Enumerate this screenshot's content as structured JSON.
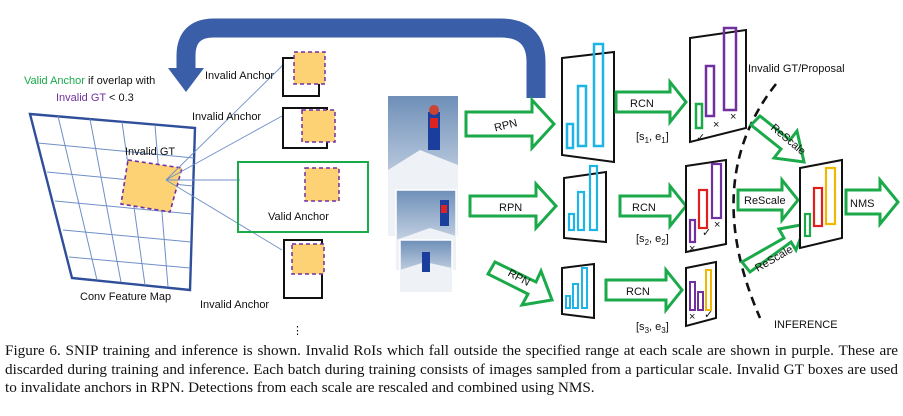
{
  "labels": {
    "valid_anchor_note_1": "Valid Anchor",
    "valid_anchor_note_2": " if overlap with",
    "valid_anchor_note_3": "Invalid GT",
    "valid_anchor_note_4": " < 0.3",
    "invalid_gt": "Invalid GT",
    "conv_feature_map": "Conv Feature Map",
    "invalid_anchor": "Invalid Anchor",
    "valid_anchor": "Valid Anchor",
    "rpn": "RPN",
    "rcn": "RCN",
    "rescale": "ReScale",
    "nms": "NMS",
    "invalid_gt_proposal": "Invalid GT/Proposal",
    "inference": "INFERENCE",
    "scale_1_a": "[s",
    "scale_1_sub_s": "1",
    "scale_1_mid": ", e",
    "scale_1_sub_e": "1",
    "scale_1_end": "]",
    "scale_2_a": "[s",
    "scale_2_sub_s": "2",
    "scale_2_mid": ", e",
    "scale_2_sub_e": "2",
    "scale_2_end": "]",
    "scale_3_a": "[s",
    "scale_3_sub_s": "3",
    "scale_3_mid": ", e",
    "scale_3_sub_e": "3",
    "scale_3_end": "]",
    "ellipsis": "⋮"
  },
  "colors": {
    "green": "#1aaa4a",
    "purple": "#7030a0",
    "cyan": "#1fb4e6",
    "red": "#e0201c",
    "yellow": "#f0b800",
    "anchor_fill": "#fdd274",
    "blue_arrow": "#3a5ea8",
    "grid": "#2f4f9a"
  },
  "caption": "Figure 6. SNIP training and inference is shown. Invalid RoIs which fall outside the specified range at each scale are shown in purple. These are discarded during training and inference. Each batch during training consists of images sampled from a particular scale. Invalid GT boxes are used to invalidate anchors in RPN. Detections from each scale are rescaled and combined using NMS."
}
